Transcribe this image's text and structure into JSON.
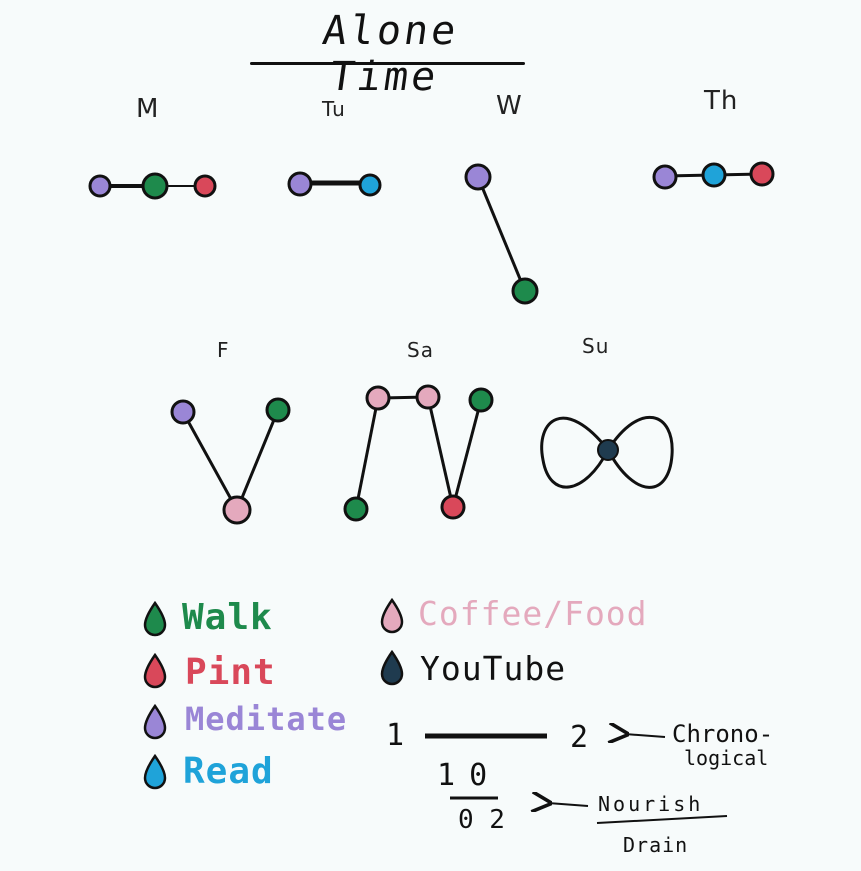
{
  "title": "Alone Time",
  "days": {
    "mon": "M",
    "tue": "Tu",
    "wed": "W",
    "thu": "Th",
    "fri": "F",
    "sat": "Sa",
    "sun": "Su"
  },
  "colors": {
    "walk": "#1e8a4c",
    "pint": "#d9485a",
    "meditate": "#9a86d6",
    "read": "#1fa3d9",
    "coffee_food": "#e4a9bd",
    "youtube": "#1f3b4f",
    "ink": "#111111"
  },
  "legend": {
    "walk": "Walk",
    "pint": "Pint",
    "meditate": "Meditate",
    "read": "Read",
    "coffee_food": "Coffee/Food",
    "youtube": "YouTube"
  },
  "key": {
    "chrono_start": "1",
    "chrono_end": "2",
    "chrono_label_1": "Chrono-",
    "chrono_label_2": "logical",
    "frac_top": "1 0",
    "frac_bottom": "0 2",
    "nourish": "Nourish",
    "drain": "Drain"
  }
}
